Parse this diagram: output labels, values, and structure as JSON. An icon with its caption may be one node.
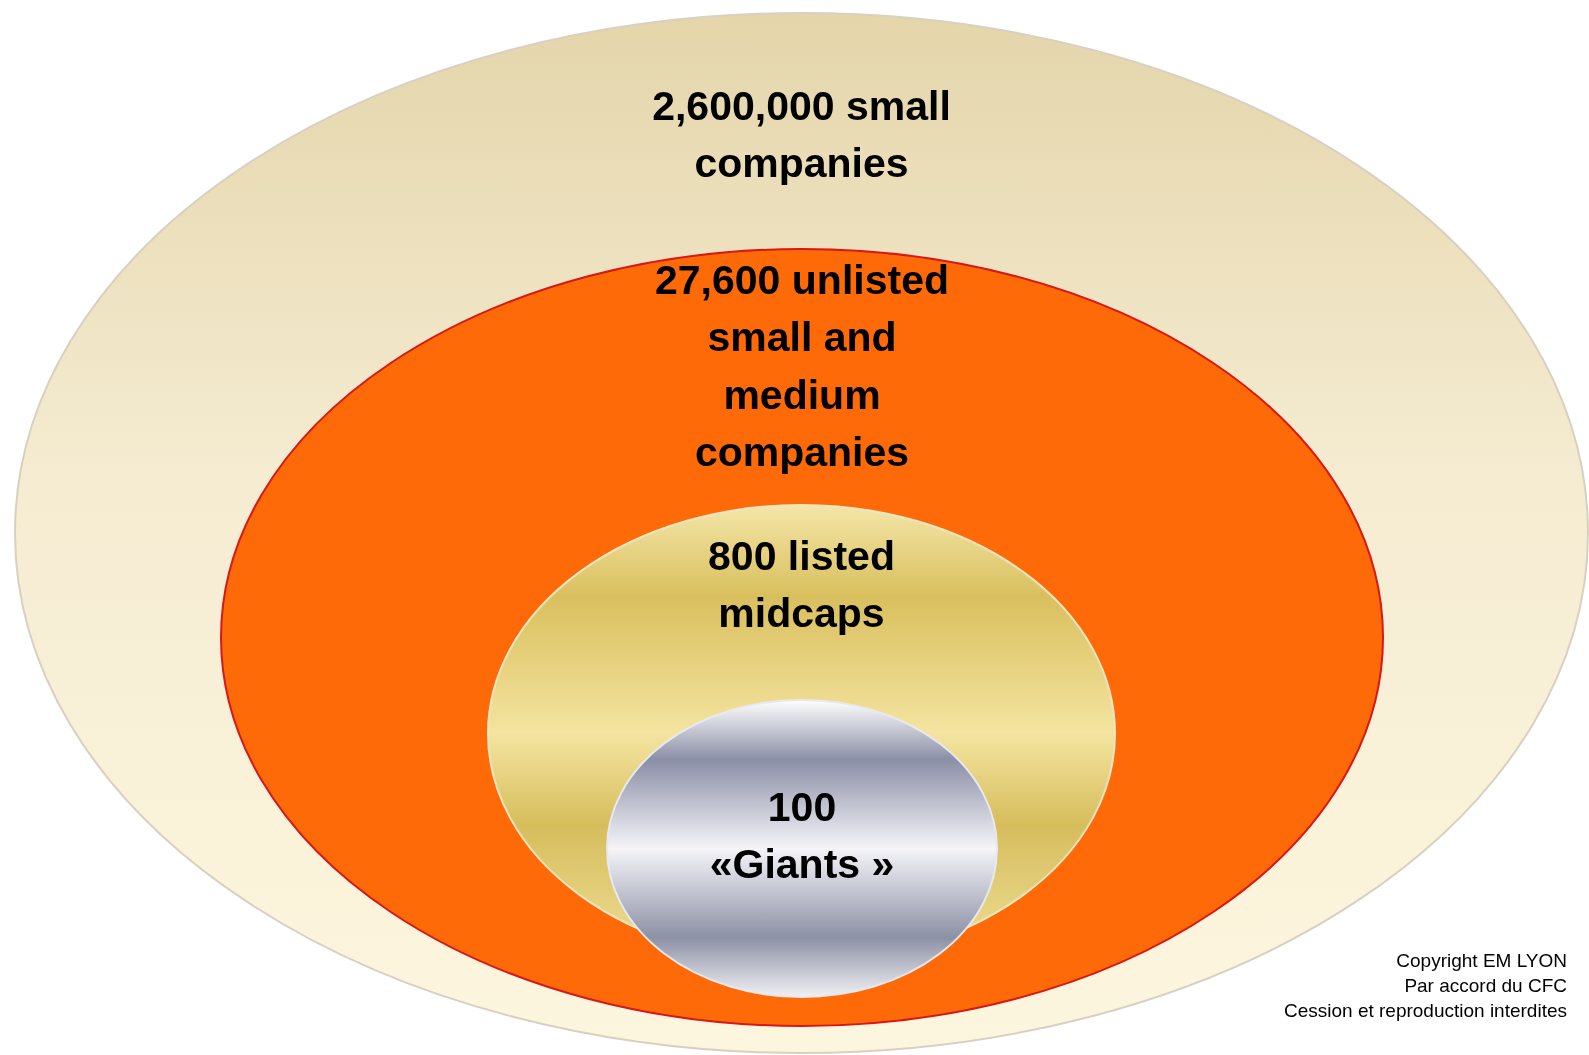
{
  "diagram": {
    "nodes": [
      {
        "text": [
          "2,600,000 small companies"
        ]
      },
      {
        "text": [
          "27,600 unlisted small and medium companies"
        ],
        "in": 0
      },
      {
        "text": [
          "800 listed midcaps"
        ],
        "in": 1
      },
      {
        "text": [
          "100 «Giants »"
        ],
        "in": 2
      }
    ],
    "labels": [
      "Copyright EM LYON",
      "Par accord du CFC",
      "Cession et reproduction interdites"
    ]
  }
}
